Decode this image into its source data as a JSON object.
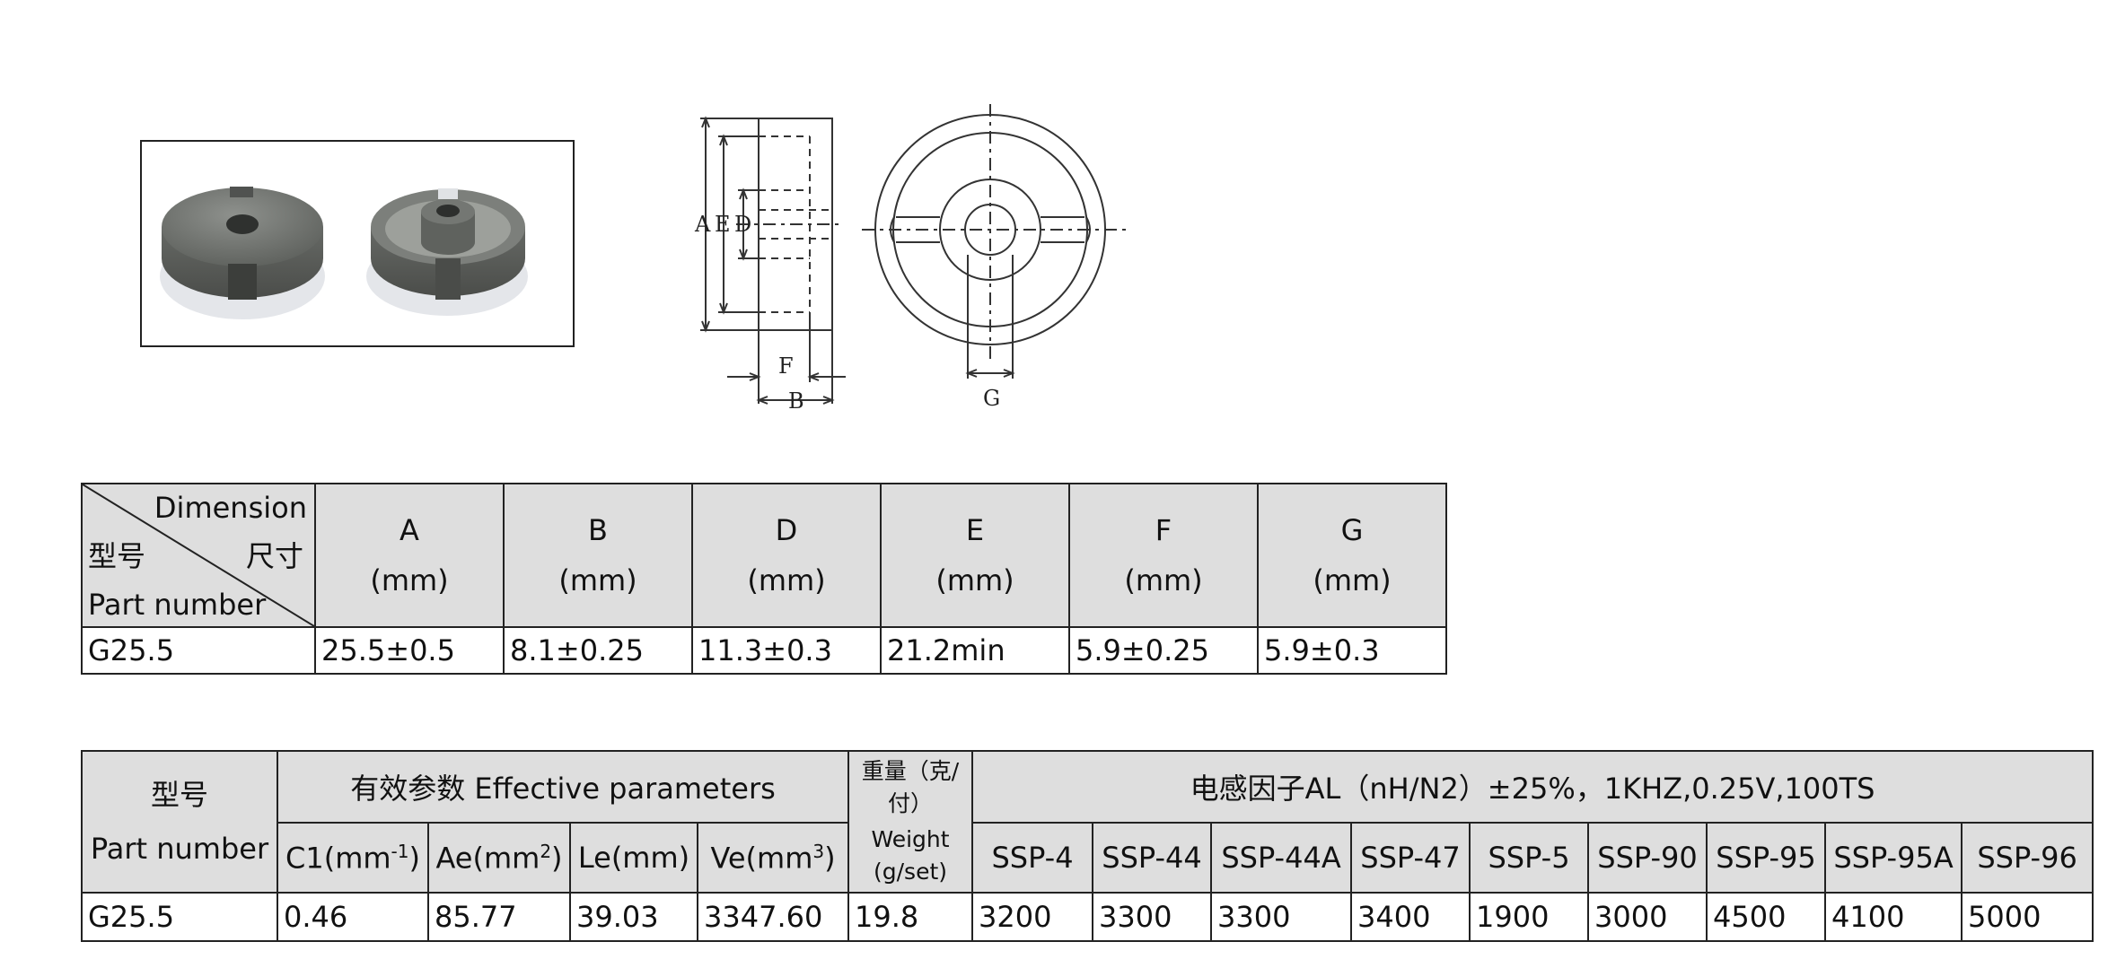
{
  "dimension_table": {
    "corner": {
      "dimension": "Dimension",
      "model_cn": "型号",
      "size_cn": "尺寸",
      "part_number": "Part number"
    },
    "columns": [
      {
        "letter": "A",
        "unit": "(mm)"
      },
      {
        "letter": "B",
        "unit": "(mm)"
      },
      {
        "letter": "D",
        "unit": "(mm)"
      },
      {
        "letter": "E",
        "unit": "(mm)"
      },
      {
        "letter": "F",
        "unit": "(mm)"
      },
      {
        "letter": "G",
        "unit": "(mm)"
      }
    ],
    "rows": [
      {
        "part": "G25.5",
        "values": [
          "25.5±0.5",
          "8.1±0.25",
          "11.3±0.3",
          "21.2min",
          "5.9±0.25",
          "5.9±0.3"
        ]
      }
    ]
  },
  "param_table": {
    "model_cn": "型号",
    "part_number": "Part number",
    "effective_header": "有效参数 Effective parameters",
    "weight_cn": "重量（克/付）",
    "weight_en": "Weight (g/set)",
    "al_header": "电感因子AL（nH/N2）±25%，1KHZ,0.25V,100TS",
    "effective_columns": [
      {
        "label": "C1(mm",
        "sup": "-1",
        "close": ")"
      },
      {
        "label": "Ae(mm",
        "sup": "2",
        "close": ")"
      },
      {
        "label": "Le(mm)",
        "sup": "",
        "close": ""
      },
      {
        "label": "Ve(mm",
        "sup": "3",
        "close": ")"
      }
    ],
    "al_columns": [
      "SSP-4",
      "SSP-44",
      "SSP-44A",
      "SSP-47",
      "SSP-5",
      "SSP-90",
      "SSP-95",
      "SSP-95A",
      "SSP-96"
    ],
    "rows": [
      {
        "part": "G25.5",
        "effective": [
          "0.46",
          "85.77",
          "39.03",
          "3347.60"
        ],
        "weight": "19.8",
        "al": [
          "3200",
          "3300",
          "3300",
          "3400",
          "1900",
          "3000",
          "4500",
          "4100",
          "5000"
        ]
      }
    ]
  },
  "drawing": {
    "labels": {
      "a": "A",
      "e": "E",
      "d": "D",
      "f": "F",
      "b": "B",
      "g": "G"
    }
  }
}
